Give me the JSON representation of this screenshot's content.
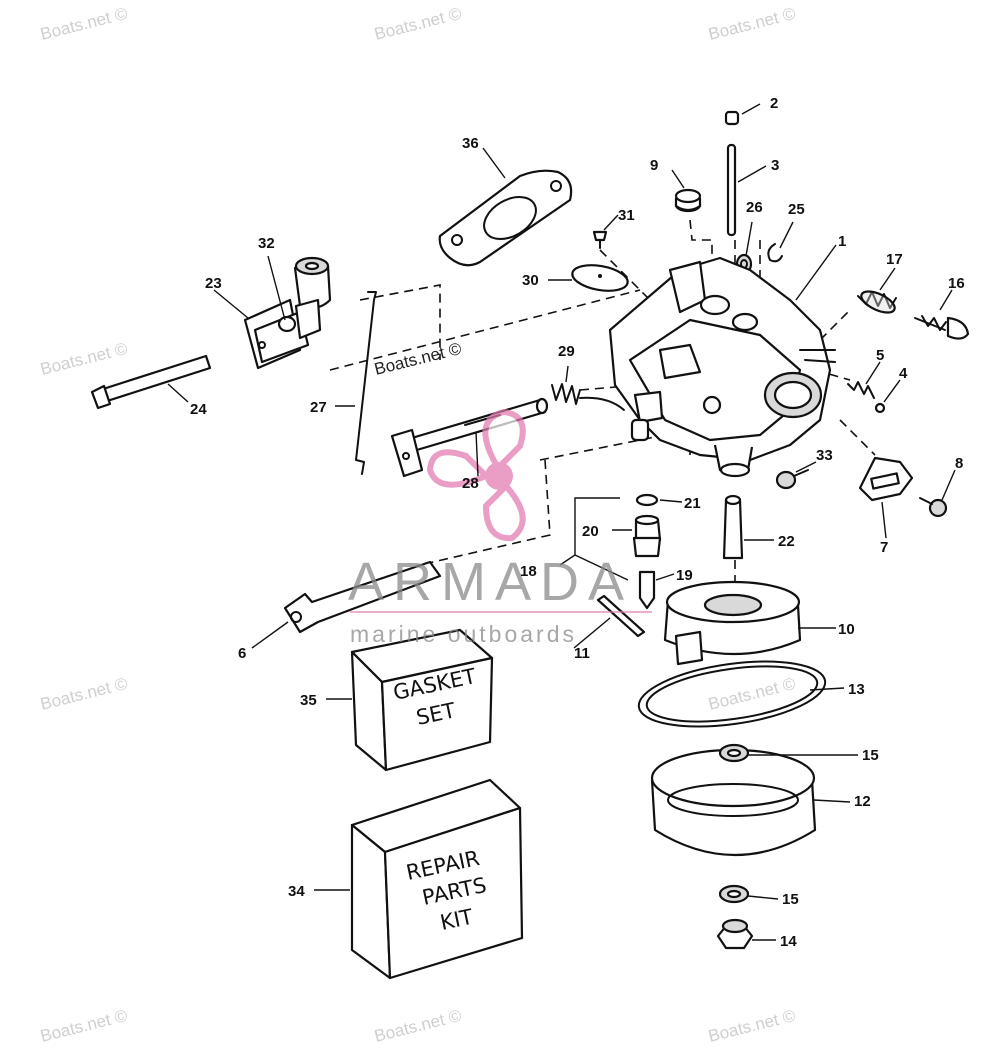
{
  "watermark": {
    "text": "Boats.net ©",
    "brand_title": "ARMADA",
    "brand_subtitle": "marine outboards"
  },
  "kits": {
    "gasket_line1": "GASKET",
    "gasket_line2": "SET",
    "repair_line1": "REPAIR",
    "repair_line2": "PARTS",
    "repair_line3": "KIT"
  },
  "callouts": [
    "1",
    "2",
    "3",
    "4",
    "5",
    "6",
    "7",
    "8",
    "9",
    "10",
    "11",
    "12",
    "13",
    "14",
    "15",
    "15",
    "16",
    "17",
    "18",
    "19",
    "20",
    "21",
    "22",
    "23",
    "24",
    "25",
    "26",
    "27",
    "28",
    "29",
    "30",
    "31",
    "32",
    "33",
    "34",
    "35",
    "36"
  ],
  "colors": {
    "line": "#111111",
    "watermark": "#cfcfcf",
    "brand": "#8a8a8a",
    "logo_pink": "#e27ab0"
  },
  "icons": {
    "logo": "propeller-logo-icon"
  }
}
